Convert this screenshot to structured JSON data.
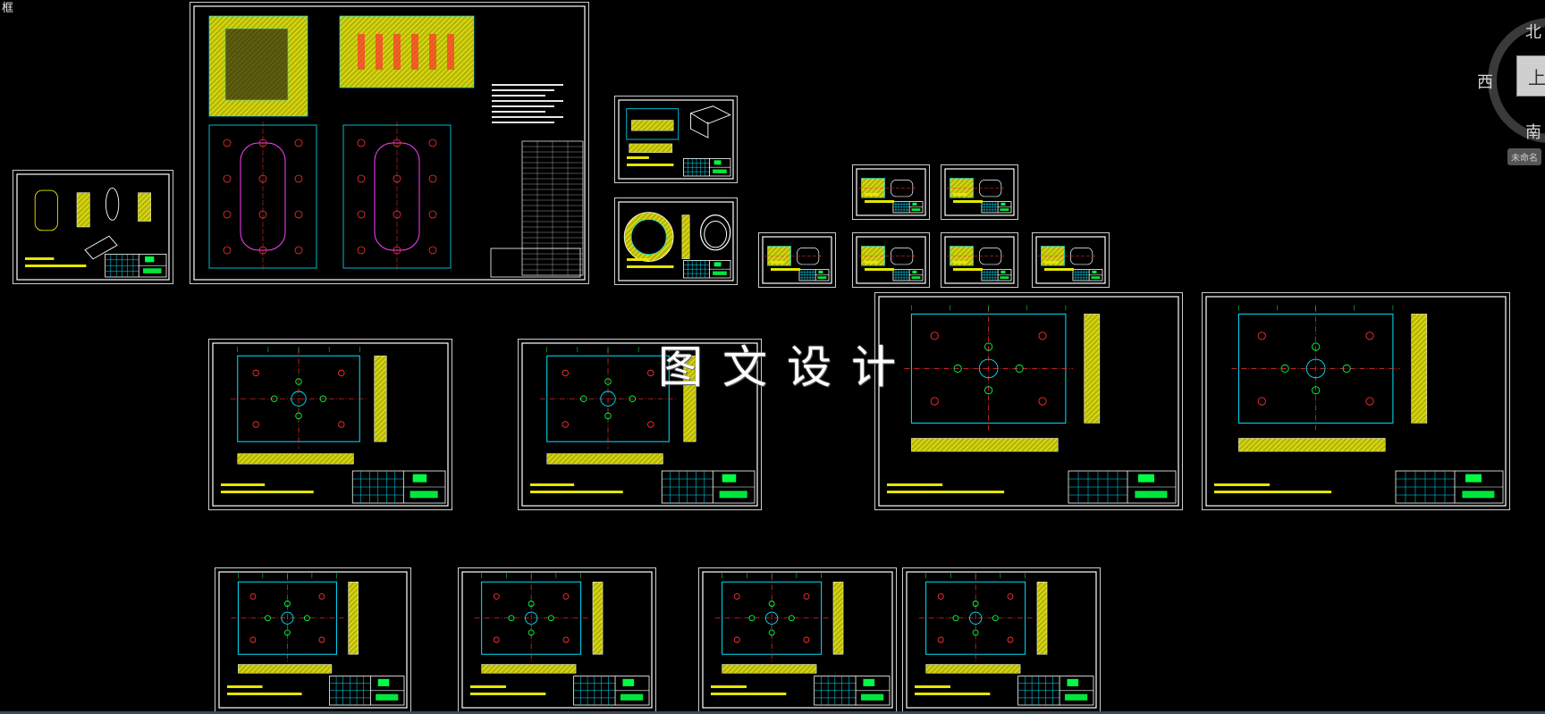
{
  "app": {
    "corner_label": "框"
  },
  "watermark": {
    "text": "图文设计"
  },
  "viewcube": {
    "north": "北",
    "west": "西",
    "south": "南",
    "face": "上",
    "wcs": "未命名"
  },
  "colors": {
    "background": "#000000",
    "frame": "#ffffff",
    "yellow": "#e6e600",
    "cyan": "#00e5ff",
    "red": "#ff3030",
    "green": "#00ff44",
    "magenta": "#ff40ff"
  },
  "sheets": [
    {
      "id": "s1",
      "kind": "part-small"
    },
    {
      "id": "s2",
      "kind": "assembly"
    },
    {
      "id": "s3",
      "kind": "part-3d"
    },
    {
      "id": "s4",
      "kind": "ring"
    },
    {
      "id": "s5",
      "kind": "mini"
    },
    {
      "id": "s6",
      "kind": "mini"
    },
    {
      "id": "s7",
      "kind": "mini"
    },
    {
      "id": "s8",
      "kind": "mini"
    },
    {
      "id": "s9",
      "kind": "mini"
    },
    {
      "id": "s10",
      "kind": "mini"
    },
    {
      "id": "s11",
      "kind": "plate"
    },
    {
      "id": "s12",
      "kind": "plate"
    },
    {
      "id": "s13",
      "kind": "plate-large"
    },
    {
      "id": "s14",
      "kind": "plate-large"
    },
    {
      "id": "s15",
      "kind": "plate-bottom"
    },
    {
      "id": "s16",
      "kind": "plate-bottom"
    },
    {
      "id": "s17",
      "kind": "plate-bottom"
    },
    {
      "id": "s18",
      "kind": "plate-bottom"
    }
  ]
}
